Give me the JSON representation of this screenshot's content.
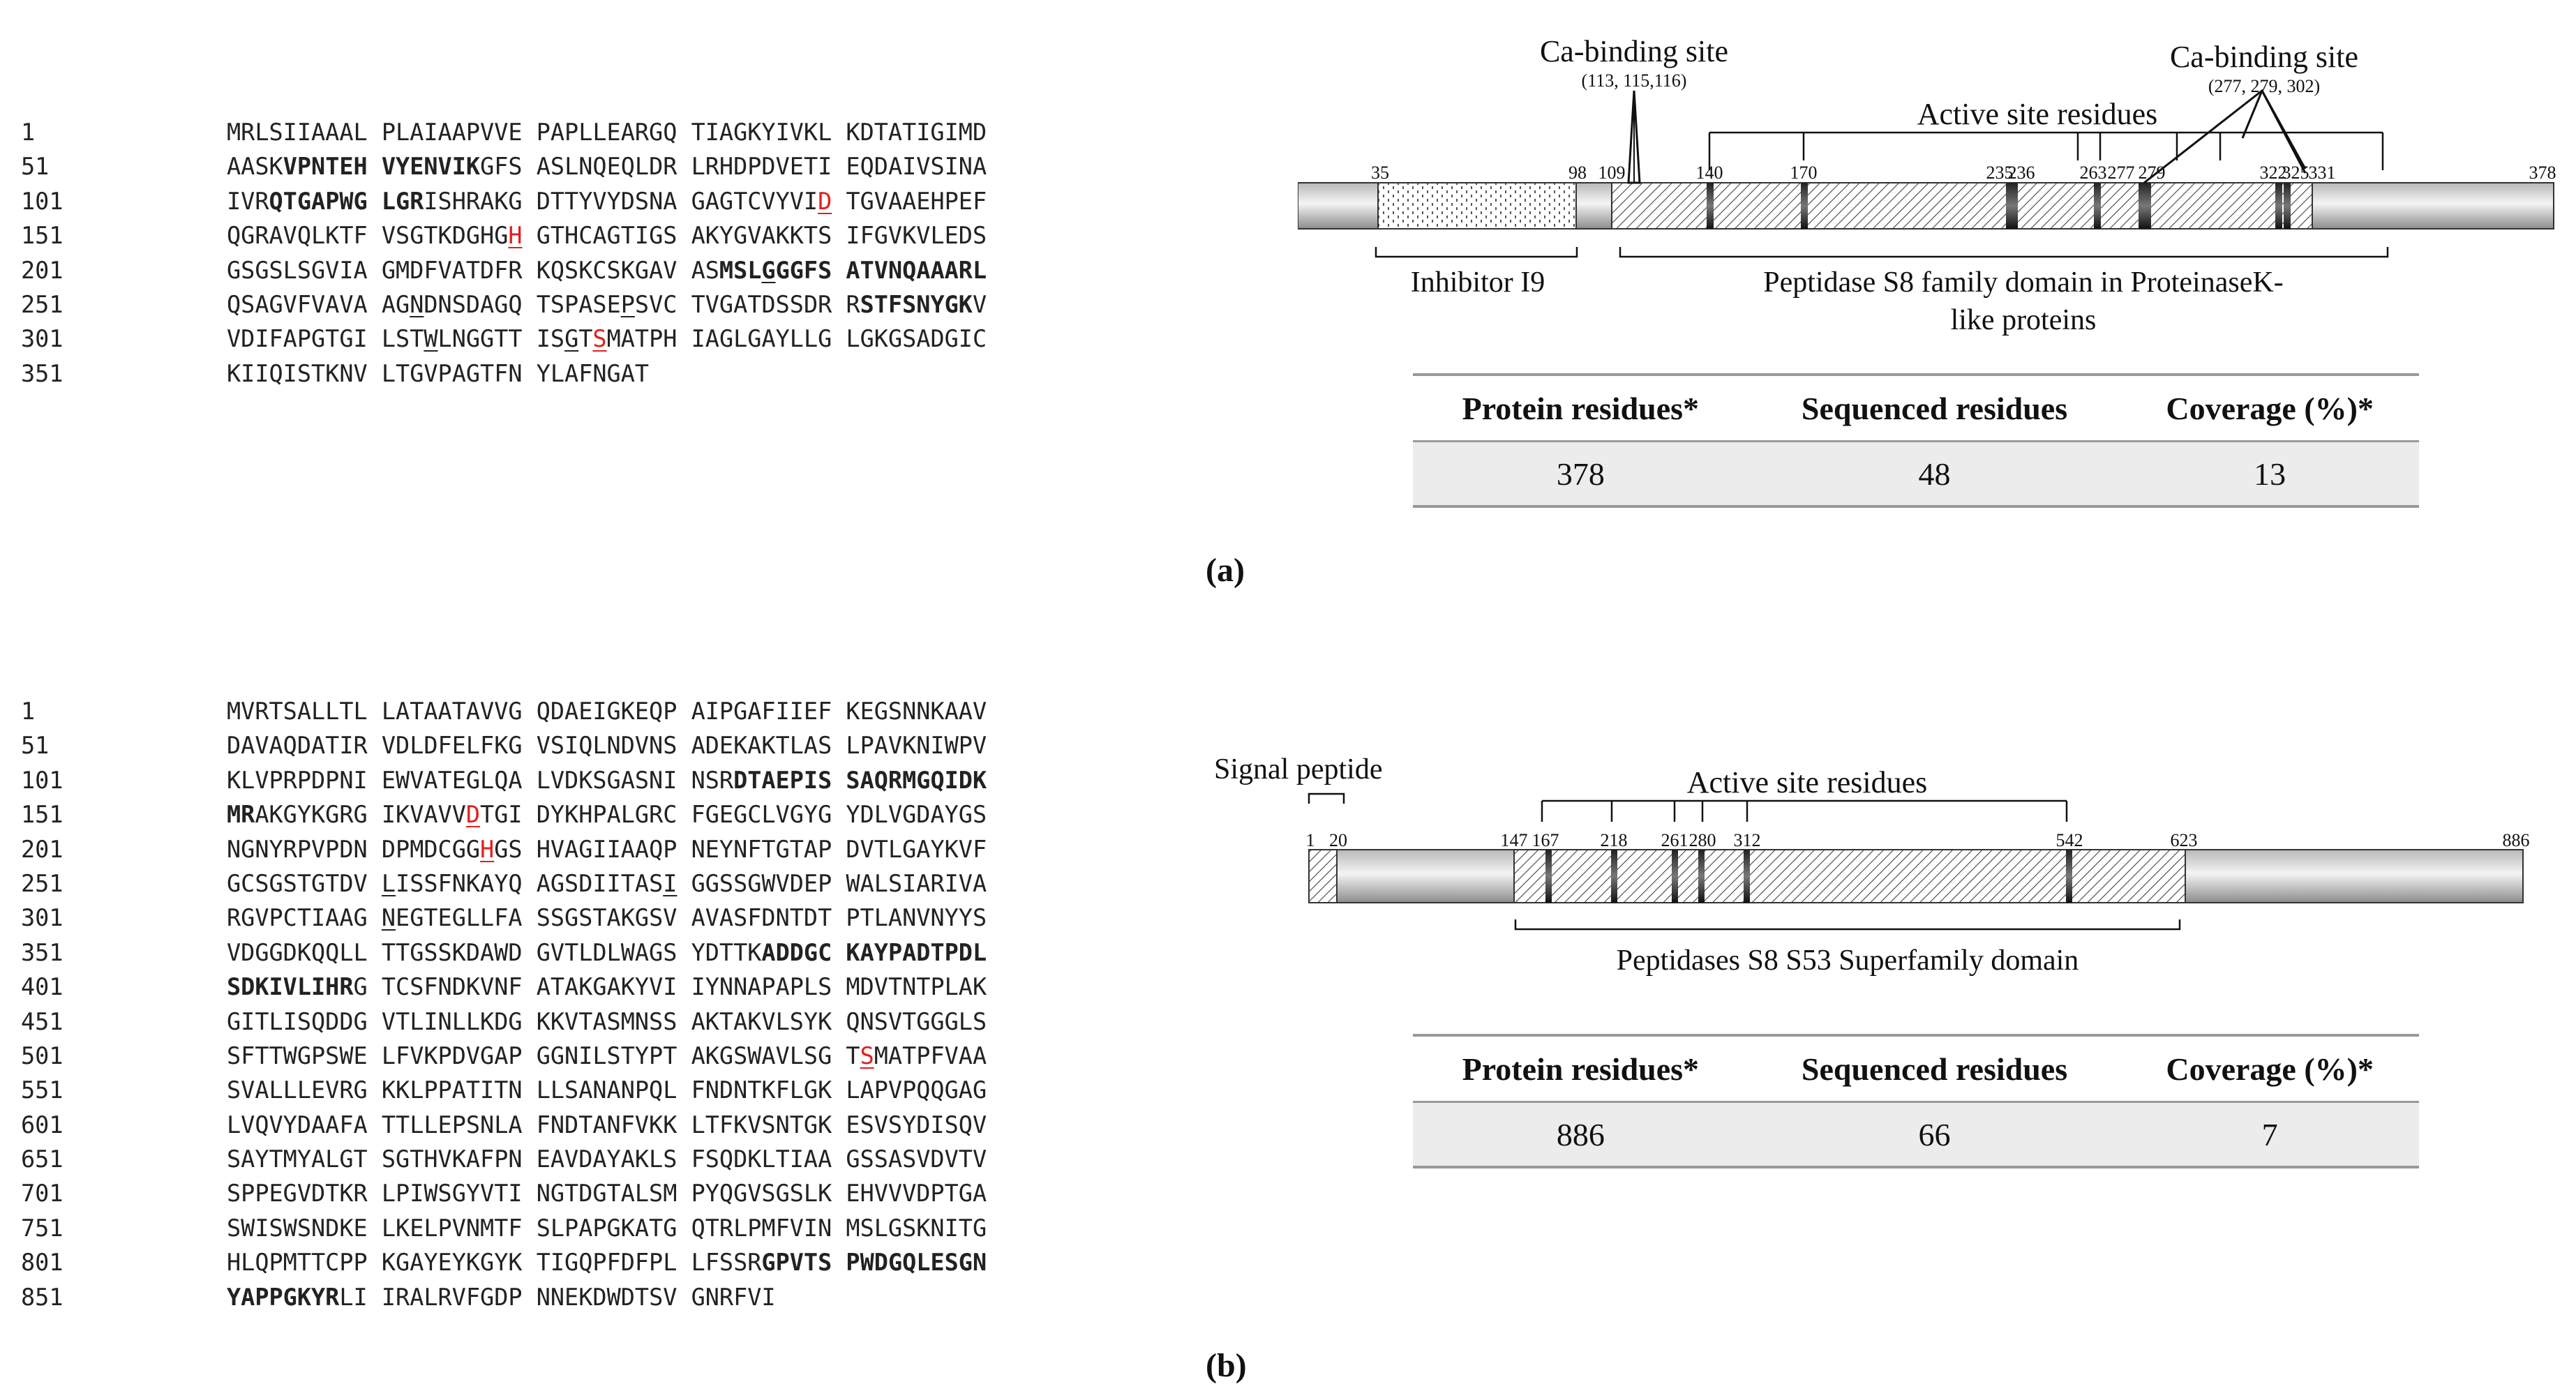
{
  "panel_a": {
    "label": "(a)",
    "sequence": [
      {
        "num": "1",
        "segments": [
          {
            "t": "MRLSIIAAAL PLAIAAPVVE PAPLLEARGQ TIAGKYIVKL KDTATIGIMD"
          }
        ]
      },
      {
        "num": "51",
        "segments": [
          {
            "t": "AASK"
          },
          {
            "t": "VPNTEH VYENVIK",
            "b": true
          },
          {
            "t": "GFS ASLNQEQLDR LRHDPDVETI EQDAIVSINA"
          }
        ]
      },
      {
        "num": "101",
        "segments": [
          {
            "t": "IVR"
          },
          {
            "t": "QTGAPWG LGR",
            "b": true
          },
          {
            "t": "ISHRAKG DTTYVYDSNA GAGTCVYVI"
          },
          {
            "t": "D",
            "u": true,
            "r": true
          },
          {
            "t": " TGVAAEHPEF"
          }
        ]
      },
      {
        "num": "151",
        "segments": [
          {
            "t": "QGRAVQLKTF VSGTKDGHG"
          },
          {
            "t": "H",
            "u": true,
            "r": true
          },
          {
            "t": " GTHCAGTIGS AKYGVAKKTS IFGVKVLEDS"
          }
        ]
      },
      {
        "num": "201",
        "segments": [
          {
            "t": "GSGSLSGVIA GMDFVATDFR KQSKCSKGAV AS"
          },
          {
            "t": "MSL",
            "b": true
          },
          {
            "t": "G",
            "b": true,
            "u": true
          },
          {
            "t": "GGFS ATVNQAAARL",
            "b": true
          }
        ]
      },
      {
        "num": "251",
        "segments": [
          {
            "t": "QSAGVFVAVA AG"
          },
          {
            "t": "N",
            "u": true
          },
          {
            "t": "DNSDAGQ TSPASE"
          },
          {
            "t": "P",
            "u": true
          },
          {
            "t": "SVC TVGATDSSDR R"
          },
          {
            "t": "STFSNYGK",
            "b": true
          },
          {
            "t": "V"
          }
        ]
      },
      {
        "num": "301",
        "segments": [
          {
            "t": "VDIFAPGTGI LST"
          },
          {
            "t": "W",
            "u": true
          },
          {
            "t": "LNGGTT IS"
          },
          {
            "t": "G",
            "u": true
          },
          {
            "t": "T"
          },
          {
            "t": "S",
            "u": true,
            "r": true
          },
          {
            "t": "MATPH IAGLGAYLLG LGKGSADGIC"
          }
        ]
      },
      {
        "num": "351",
        "segments": [
          {
            "t": "KIIQISTKNV LTGVPAGTFN YLAFNGAT"
          }
        ]
      }
    ],
    "diagram": {
      "protein_length": 378,
      "ticks": [
        "35",
        "98",
        "109",
        "140",
        "170",
        "235",
        "236",
        "263",
        "277",
        "279",
        "322",
        "325",
        "331",
        "378"
      ],
      "ca_site_1": {
        "label": "Ca-binding site",
        "sublabel": "(113, 115,116)"
      },
      "ca_site_2": {
        "label": "Ca-binding site",
        "sublabel": "(277, 279, 302)"
      },
      "active_site_label": "Active site residues",
      "inhibitor_label": "Inhibitor I9",
      "domain_label_1": "Peptidase S8 family domain in ProteinaseK-",
      "domain_label_2": "like proteins"
    },
    "table": {
      "headers": [
        "Protein residues*",
        "Sequenced residues",
        "Coverage (%)*"
      ],
      "values": [
        "378",
        "48",
        "13"
      ]
    }
  },
  "panel_b": {
    "label": "(b)",
    "sequence": [
      {
        "num": "1",
        "segments": [
          {
            "t": "MVRTSALLTL LATAATAVVG QDAEIGKEQP AIPGAFIIEF KEGSNNKAAV"
          }
        ]
      },
      {
        "num": "51",
        "segments": [
          {
            "t": "DAVAQDATIR VDLDFELFKG VSIQLNDVNS ADEKAKTLAS LPAVKNIWPV"
          }
        ]
      },
      {
        "num": "101",
        "segments": [
          {
            "t": "KLVPRPDPNI EWVATEGLQA LVDKSGASNI NSR"
          },
          {
            "t": "DTAEPIS SAQRMGQIDK",
            "b": true
          }
        ]
      },
      {
        "num": "151",
        "segments": [
          {
            "t": "MR",
            "b": true
          },
          {
            "t": "AKGYKGRG IKVAVV"
          },
          {
            "t": "D",
            "u": true,
            "r": true
          },
          {
            "t": "TGI DYKHPALGRC FGEGCLVGYG YDLVGDAYGS"
          }
        ]
      },
      {
        "num": "201",
        "segments": [
          {
            "t": "NGNYRPVPDN DPMDCGG"
          },
          {
            "t": "H",
            "u": true,
            "r": true
          },
          {
            "t": "GS HVAGIIAAQP NEYNFTGTAP DVTLGAYKVF"
          }
        ]
      },
      {
        "num": "251",
        "segments": [
          {
            "t": "GCSGSTGTDV "
          },
          {
            "t": "L",
            "u": true
          },
          {
            "t": "ISSFNKAYQ AGSDIITAS"
          },
          {
            "t": "I",
            "u": true
          },
          {
            "t": " GGSSGWVDEP WALSIARIVA"
          }
        ]
      },
      {
        "num": "301",
        "segments": [
          {
            "t": "RGVPCTIAAG "
          },
          {
            "t": "N",
            "u": true
          },
          {
            "t": "EGTEGLLFA SSGSTAKGSV AVASFDNTDT PTLANVNYYS"
          }
        ]
      },
      {
        "num": "351",
        "segments": [
          {
            "t": "VDGGDKQQLL TTGSSKDAWD GVTLDLWAGS YDTTK"
          },
          {
            "t": "ADDGC KAYPADTPDL",
            "b": true
          }
        ]
      },
      {
        "num": "401",
        "segments": [
          {
            "t": "SDKIVLIHR",
            "b": true
          },
          {
            "t": "G TCSFNDKVNF ATAKGAKYVI IYNNAPAPLS MDVTNTPLAK"
          }
        ]
      },
      {
        "num": "451",
        "segments": [
          {
            "t": "GITLISQDDG VTLINLLKDG KKVTASMNSS AKTAKVLSYK QNSVTGGGLS"
          }
        ]
      },
      {
        "num": "501",
        "segments": [
          {
            "t": "SFTTWGPSWE LFVKPDVGAP GGNILSTYPT AKGSWAVLSG T"
          },
          {
            "t": "S",
            "u": true,
            "r": true
          },
          {
            "t": "MATPFVAA"
          }
        ]
      },
      {
        "num": "551",
        "segments": [
          {
            "t": "SVALLLEVRG KKLPPATITN LLSANANPQL FNDNTKFLGK LAPVPQQGAG"
          }
        ]
      },
      {
        "num": "601",
        "segments": [
          {
            "t": "LVQVYDAAFA TTLLEPSNLA FNDTANFVKK LTFKVSNTGK ESVSYDISQV"
          }
        ]
      },
      {
        "num": "651",
        "segments": [
          {
            "t": "SAYTMYALGT SGTHVKAFPN EAVDAYAKLS FSQDKLTIAA GSSASVDVTV"
          }
        ]
      },
      {
        "num": "701",
        "segments": [
          {
            "t": "SPPEGVDTKR LPIWSGYVTI NGTDGTALSM PYQGVSGSLK EHVVVDPTGA"
          }
        ]
      },
      {
        "num": "751",
        "segments": [
          {
            "t": "SWISWSNDKE LKELPVNMTF SLPAPGKATG QTRLPMFVIN MSLGSKNITG"
          }
        ]
      },
      {
        "num": "801",
        "segments": [
          {
            "t": "HLQPMTTCPP KGAYEYKGYK TIGQPFDFPL LFSSR"
          },
          {
            "t": "GPVTS PWDGQLESGN",
            "b": true
          }
        ]
      },
      {
        "num": "851",
        "segments": [
          {
            "t": "YAPPGKYR",
            "b": true
          },
          {
            "t": "LI IRALRVFGDP NNEKDWDTSV GNRFVI"
          }
        ]
      }
    ],
    "diagram": {
      "protein_length": 886,
      "ticks": [
        "1",
        "20",
        "147",
        "167",
        "218",
        "261",
        "280",
        "312",
        "542",
        "623",
        "886"
      ],
      "signal_label": "Signal peptide",
      "active_site_label": "Active site residues",
      "domain_label": "Peptidases S8 S53 Superfamily domain"
    },
    "table": {
      "headers": [
        "Protein residues*",
        "Sequenced residues",
        "Coverage (%)*"
      ],
      "values": [
        "886",
        "66",
        "7"
      ]
    }
  }
}
